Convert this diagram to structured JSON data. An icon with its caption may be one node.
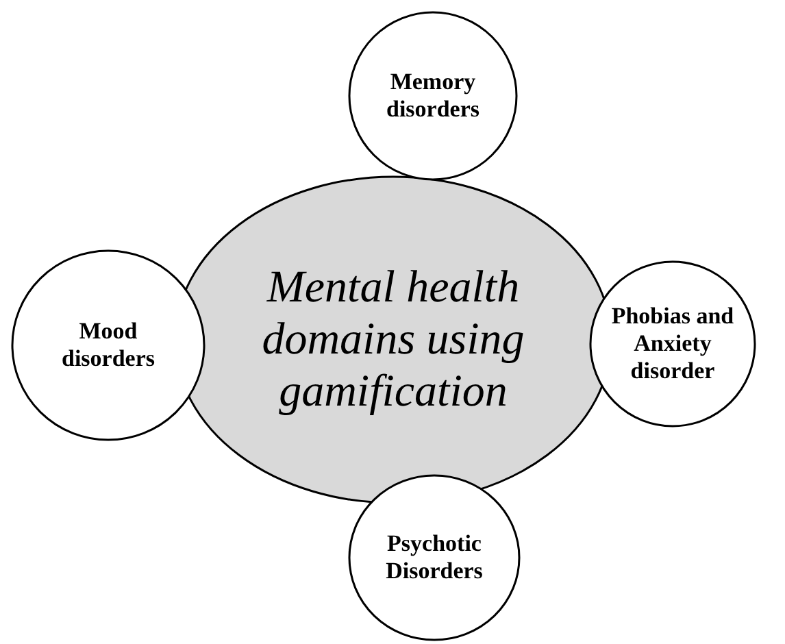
{
  "diagram": {
    "nodes": [
      {
        "text": [
          "Mental health domains using gamification"
        ]
      },
      {
        "text": [
          "Memory disorders"
        ]
      },
      {
        "text": [
          "Mood disorders"
        ]
      },
      {
        "text": [
          "Phobias and Anxiety disorder"
        ]
      },
      {
        "text": [
          "Psychotic Disorders"
        ]
      }
    ]
  }
}
